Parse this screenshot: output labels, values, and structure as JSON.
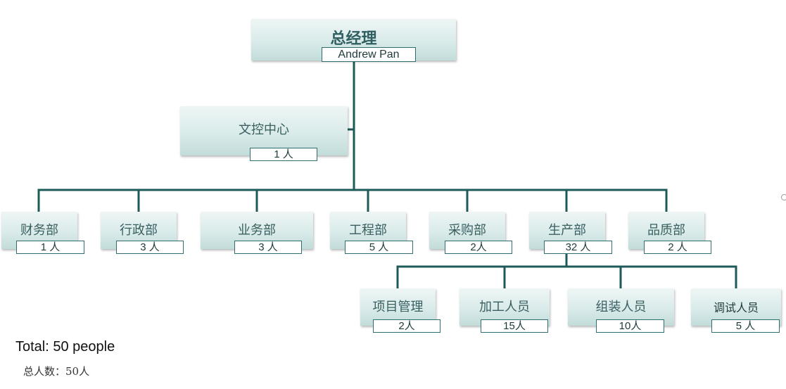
{
  "general_manager": {
    "title": "总经理",
    "name": "Andrew Pan"
  },
  "staff_unit": {
    "name": "文控中心",
    "count": "1 人"
  },
  "departments": [
    {
      "name": "财务部",
      "count": "1 人"
    },
    {
      "name": "行政部",
      "count": "3 人"
    },
    {
      "name": "业务部",
      "count": "3 人"
    },
    {
      "name": "工程部",
      "count": "5 人"
    },
    {
      "name": "采购部",
      "count": "2人"
    },
    {
      "name": "生产部",
      "count": "32 人"
    },
    {
      "name": "品质部",
      "count": "2 人"
    }
  ],
  "production_units": [
    {
      "name": "项目管理",
      "count": "2人"
    },
    {
      "name": "加工人员",
      "count": "15人"
    },
    {
      "name": "组装人员",
      "count": "10人"
    },
    {
      "name": "调试人员",
      "count": "5 人"
    }
  ],
  "totals": {
    "english": "Total: 50 people",
    "chinese": "总人数：50人"
  },
  "colors": {
    "connector": "#1e5a58",
    "box_top": "#eef6f5",
    "box_bottom": "#c2dcda",
    "label_text": "#3a5f60",
    "count_border": "#2f6e6f"
  }
}
